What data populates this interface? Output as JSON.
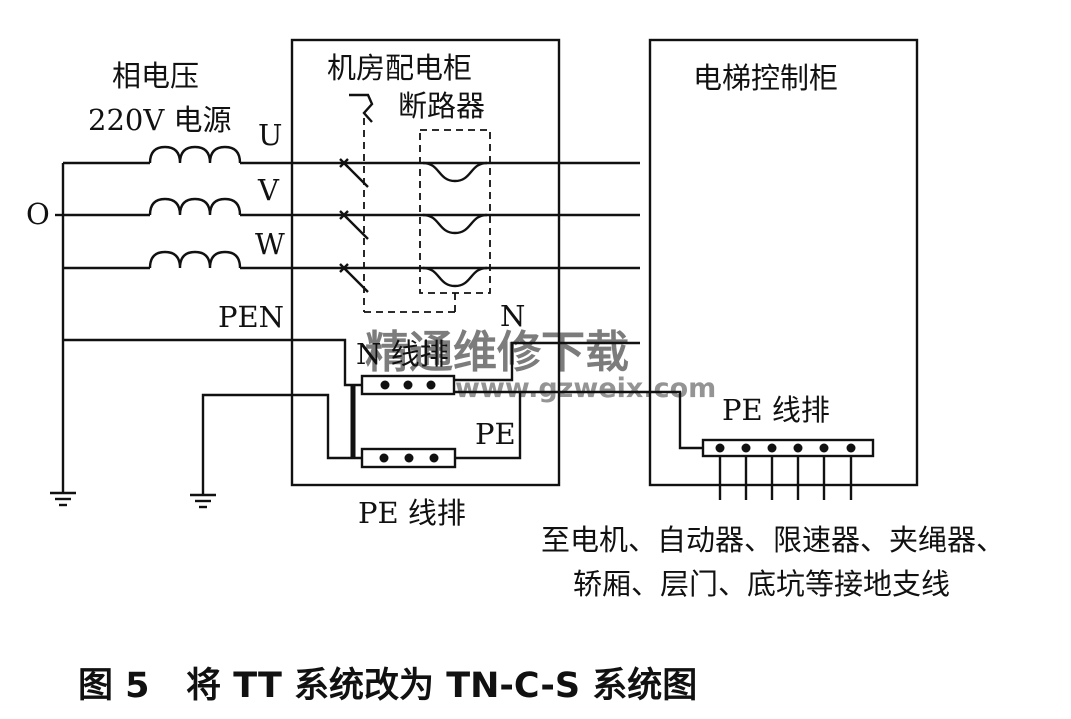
{
  "labels": {
    "source_line1": "相电压",
    "source_line2": "220V 电源",
    "phase_u": "U",
    "phase_v": "V",
    "phase_w": "W",
    "neutral_point": "O",
    "pen": "PEN",
    "machine_room_cabinet": "机房配电柜",
    "breaker": "断路器",
    "n_out": "N",
    "n_busbar": "N 线排",
    "pe_small": "PE",
    "pe_busbar_bottom": "PE 线排",
    "elevator_cabinet": "电梯控制柜",
    "pe_busbar_right": "PE 线排",
    "branch_line1": "至电机、自动器、限速器、夹绳器、",
    "branch_line2": "轿厢、层门、底坑等接地支线",
    "watermark_cn": "精通维修下载",
    "watermark_url": "www.gzweix.com"
  },
  "caption": "图 5   将 TT 系统改为 TN-C-S 系统图",
  "colors": {
    "line": "#111111",
    "watermark": "#e08a7a"
  }
}
